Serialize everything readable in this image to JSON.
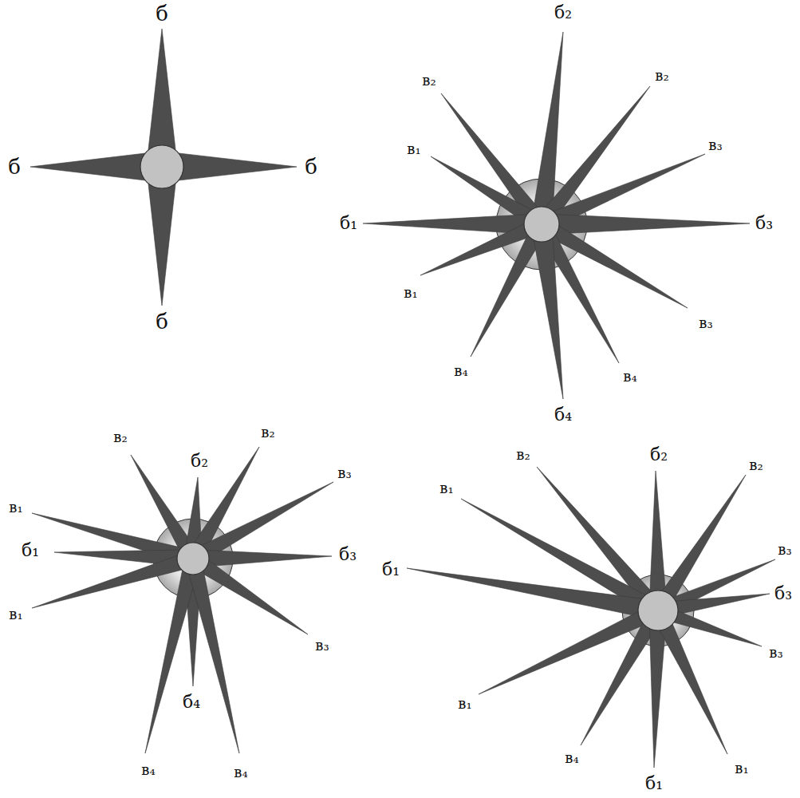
{
  "diagram": {
    "labels": [
      "б",
      "б",
      "б",
      "б",
      "б₂",
      "в₂",
      "в₂",
      "в₁",
      "в₃",
      "б₁",
      "б₃",
      "в₁",
      "в₃",
      "в₄",
      "в₄",
      "б₄",
      "в₂",
      "б₂",
      "в₂",
      "в₁",
      "в₃",
      "б₁",
      "б₃",
      "в₁",
      "в₃",
      "б₄",
      "в₄",
      "в₄",
      "в₂",
      "б₂",
      "в₂",
      "в₁",
      "в₃",
      "б₁",
      "б₃",
      "в₁",
      "в₃",
      "в₄",
      "б₁",
      "в₁"
    ]
  }
}
